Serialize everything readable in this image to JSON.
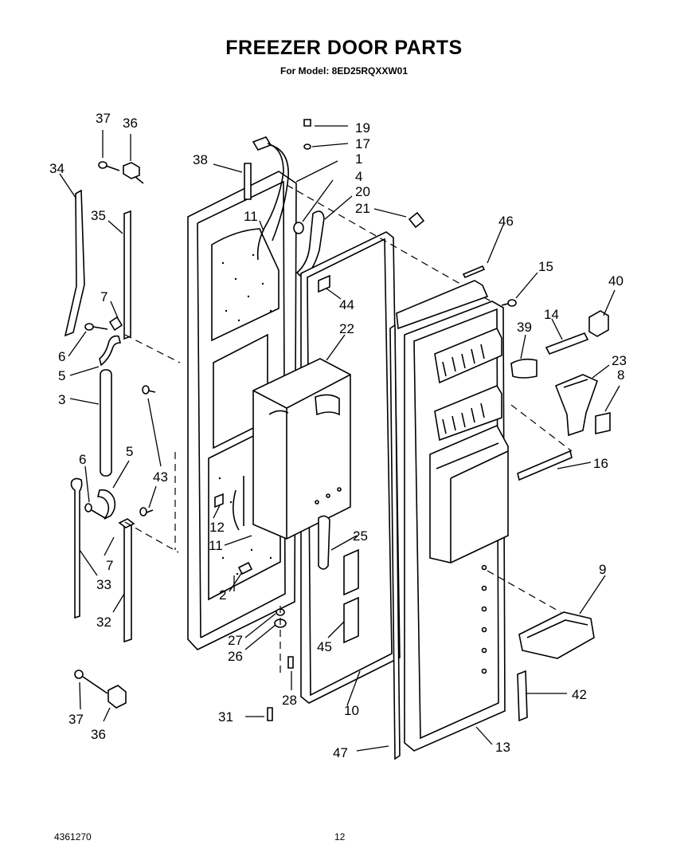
{
  "title": "FREEZER DOOR PARTS",
  "subtitle": "For Model: 8ED25RQXXW01",
  "footer": {
    "doc_number": "4361270",
    "page_number": "12"
  },
  "callouts": [
    "37",
    "36",
    "34",
    "35",
    "7",
    "6",
    "5",
    "3",
    "6",
    "5",
    "43",
    "33",
    "7",
    "32",
    "37",
    "36",
    "38",
    "19",
    "17",
    "1",
    "4",
    "20",
    "21",
    "11",
    "44",
    "22",
    "12",
    "11",
    "2",
    "27",
    "26",
    "28",
    "31",
    "25",
    "45",
    "10",
    "47",
    "46",
    "15",
    "40",
    "14",
    "39",
    "23",
    "8",
    "16",
    "9",
    "42",
    "13"
  ]
}
